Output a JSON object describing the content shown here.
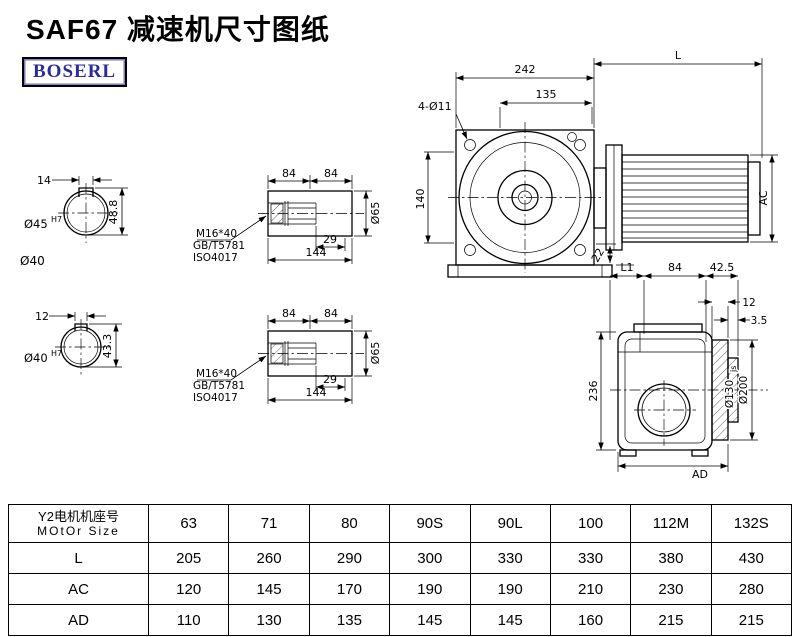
{
  "page": {
    "title": "SAF67 减速机尺寸图纸",
    "logo": "BOSERL"
  },
  "front": {
    "dim_width": "242",
    "dim_motor_len": "L",
    "bolt_holes": "4-Ø11",
    "dim_flange": "135",
    "dim_height": "140",
    "dim_foot": "22",
    "dim_motor_dia": "AC"
  },
  "shaft_sections": {
    "top": {
      "dim_key_width": "14",
      "dia": "Ø45",
      "dia_tol": "H7",
      "dim_depth": "48.8"
    },
    "mid_label": "Ø40",
    "bottom": {
      "dim_key_width": "12",
      "dia": "Ø40",
      "dia_tol": "H7",
      "dim_depth": "43.3"
    }
  },
  "details": {
    "upper": {
      "seg1": "84",
      "seg2": "84",
      "bore_len": "29",
      "total_len": "144",
      "dia": "Ø65",
      "bolt_spec": "M16*40",
      "bolt_std": "GB/T5781",
      "bolt_iso": "ISO4017"
    },
    "lower": {
      "seg1": "84",
      "seg2": "84",
      "bore_len": "29",
      "total_len": "144",
      "dia": "Ø65",
      "bolt_spec": "M16*40",
      "bolt_std": "GB/T5781",
      "bolt_iso": "ISO4017"
    }
  },
  "side": {
    "dim_l1": "L1",
    "dim_rear": "84",
    "dim_flange_off": "42.5",
    "dim_12": "12",
    "dim_3_5": "3.5",
    "dim_height": "236",
    "dia_spigot": "Ø130",
    "dia_spigot_tol": "js",
    "dia_flange": "Ø200",
    "dim_ad": "AD"
  },
  "table": {
    "motor_cn": "Y2电机机座号",
    "motor_en": "MOtOr Size",
    "sizes": [
      "63",
      "71",
      "80",
      "90S",
      "90L",
      "100",
      "112M",
      "132S"
    ],
    "rows": [
      {
        "label": "L",
        "values": [
          "205",
          "260",
          "290",
          "300",
          "330",
          "330",
          "380",
          "430"
        ]
      },
      {
        "label": "AC",
        "values": [
          "120",
          "145",
          "170",
          "190",
          "190",
          "210",
          "230",
          "280"
        ]
      },
      {
        "label": "AD",
        "values": [
          "110",
          "130",
          "135",
          "145",
          "145",
          "160",
          "215",
          "215"
        ]
      }
    ]
  }
}
